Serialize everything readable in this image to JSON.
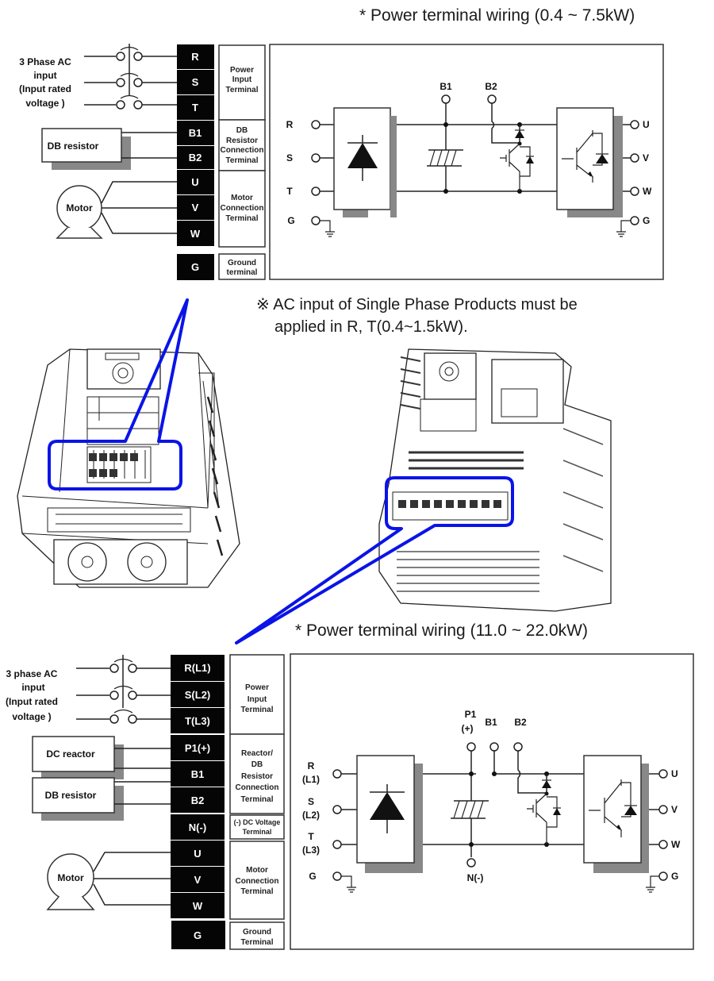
{
  "top_section": {
    "title": "* Power terminal wiring (0.4 ~ 7.5kW)",
    "input_label_lines": [
      "3 Phase AC",
      "input",
      "(Input rated",
      "voltage )"
    ],
    "db_resistor": "DB resistor",
    "motor": "Motor",
    "terminals": [
      "R",
      "S",
      "T",
      "B1",
      "B2",
      "U",
      "V",
      "W",
      "G"
    ],
    "groups": [
      {
        "lines": [
          "Power",
          "Input",
          "Terminal"
        ]
      },
      {
        "lines": [
          "DB",
          "Resistor",
          "Connection",
          "Terminal"
        ]
      },
      {
        "lines": [
          "Motor",
          "Connection",
          "Terminal"
        ]
      },
      {
        "lines": [
          "Ground",
          "terminal"
        ]
      }
    ],
    "circuit": {
      "inputs": [
        "R",
        "S",
        "T",
        "G"
      ],
      "outputs": [
        "U",
        "V",
        "W",
        "G"
      ],
      "dc_terminals": [
        "B1",
        "B2"
      ]
    }
  },
  "note": {
    "line1": "※ AC input of Single Phase Products must be",
    "line2": "applied in R, T(0.4~1.5kW)."
  },
  "bottom_section": {
    "title": "* Power terminal wiring (11.0 ~ 22.0kW)",
    "input_label_lines": [
      "3 phase AC",
      "input",
      "(Input rated",
      "voltage )"
    ],
    "dc_reactor": "DC reactor",
    "db_resistor": "DB resistor",
    "motor": "Motor",
    "terminals": [
      "R(L1)",
      "S(L2)",
      "T(L3)",
      "P1(+)",
      "B1",
      "B2",
      "N(-)",
      "U",
      "V",
      "W",
      "G"
    ],
    "groups": [
      {
        "lines": [
          "Power",
          "Input",
          "Terminal"
        ]
      },
      {
        "lines": [
          "Reactor/",
          "DB",
          "Resistor",
          "Connection",
          "Terminal"
        ]
      },
      {
        "lines": [
          "(-) DC Voltage",
          "Terminal"
        ]
      },
      {
        "lines": [
          "Motor",
          "Connection",
          "Terminal"
        ]
      },
      {
        "lines": [
          "Ground",
          "Terminal"
        ]
      }
    ],
    "circuit": {
      "inputs": [
        [
          "R",
          "(L1)"
        ],
        [
          "S",
          "(L2)"
        ],
        [
          "T",
          "(L3)"
        ],
        [
          "G"
        ]
      ],
      "outputs": [
        "U",
        "V",
        "W",
        "G"
      ],
      "dc_terminals": [
        [
          "P1",
          "(+)"
        ],
        [
          "B1"
        ],
        [
          "B2"
        ]
      ],
      "negative_terminal": "N(-)"
    }
  },
  "colors": {
    "callout_blue": "#0a14e6",
    "terminal_block": "#050505",
    "shadow": "#888888"
  }
}
